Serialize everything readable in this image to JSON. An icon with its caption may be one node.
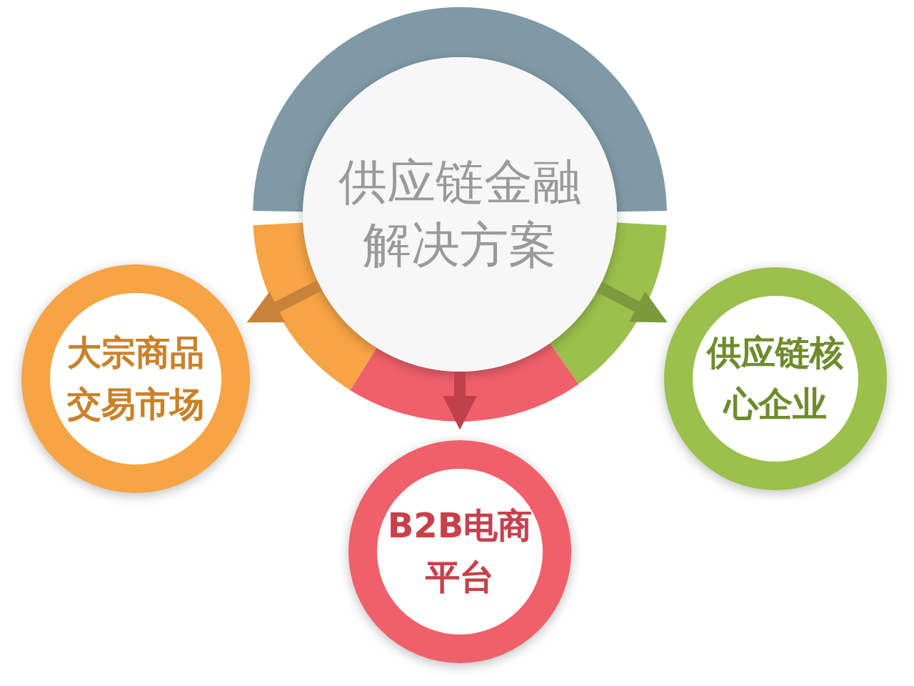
{
  "diagram": {
    "nodes": [
      {
        "text": [
          "供应链金融解决方案"
        ]
      },
      {
        "text": [
          "大宗商品交易市场"
        ]
      },
      {
        "text": [
          "供应链核心企业"
        ]
      },
      {
        "text": [
          "B2B电商平台"
        ]
      }
    ],
    "edges": [
      {
        "from": 0,
        "to": 1,
        "arrow": "to",
        "color": "#c8823a"
      },
      {
        "from": 0,
        "to": 2,
        "arrow": "to",
        "color": "#7a9a3c"
      },
      {
        "from": 0,
        "to": 3,
        "arrow": "to",
        "color": "#c0404c"
      }
    ]
  }
}
